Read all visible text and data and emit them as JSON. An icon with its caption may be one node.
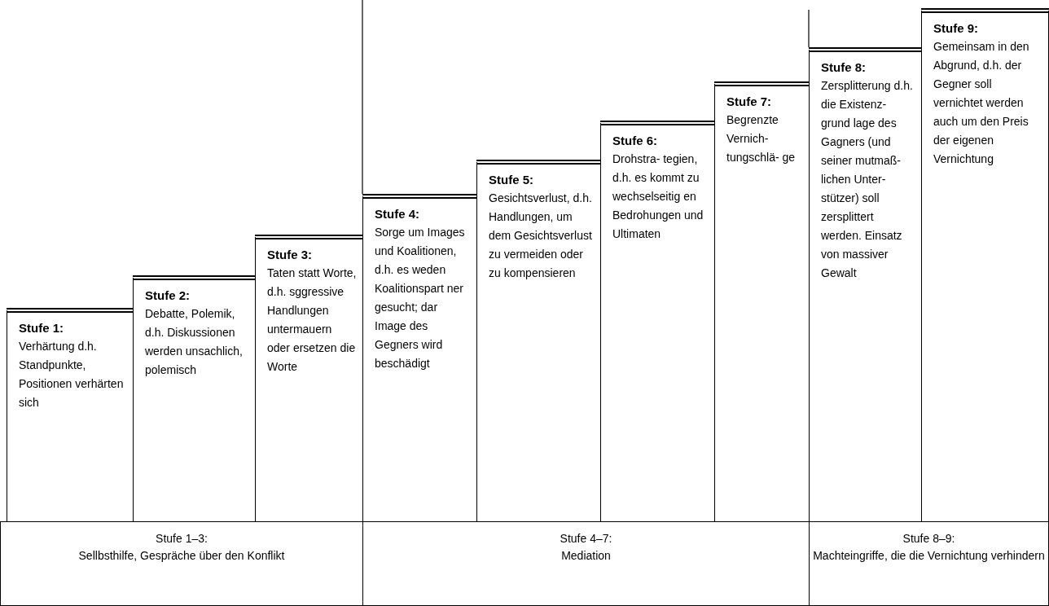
{
  "diagram": {
    "nodes": [
      {
        "text": [
          "Stufe 1:",
          "Verhärtung d.h. Standpunkte, Positionen verhärten sich"
        ]
      },
      {
        "text": [
          "Stufe 2:",
          "Debatte, Polemik, d.h. Diskussionen werden unsachlich, polemisch"
        ]
      },
      {
        "text": [
          "Stufe 3:",
          "Taten statt Worte, d.h. sggressive Handlungen untermauern oder ersetzen die Worte"
        ]
      },
      {
        "text": [
          "Stufe 4:",
          "Sorge um Images und Koalitionen, d.h. es weden Koalitionspart ner gesucht; dar Image des Gegners wird beschädigt"
        ]
      },
      {
        "text": [
          "Stufe 5:",
          "Gesichtsverlust, d.h. Handlungen, um dem Gesichtsverlust zu vermeiden oder zu kompensieren"
        ]
      },
      {
        "text": [
          "Stufe 6:",
          "Drohstra- tegien, d.h. es kommt zu wechselseitig en Bedrohungen und Ultimaten"
        ]
      },
      {
        "text": [
          "Stufe 7:",
          "Begrenzte Vernich- tungschlä- ge"
        ]
      },
      {
        "text": [
          "Stufe 8:",
          "Zersplitterung d.h. die Existenz- grund lage des Gagners (und seiner mutmaß- lichen Unter- stützer) soll zersplittert werden. Einsatz von massiver Gewalt"
        ]
      },
      {
        "text": [
          "Stufe 9:",
          "Gemeinsam in den Abgrund, d.h. der Gegner soll vernichtet werden auch um den Preis der eigenen Vernichtung"
        ]
      },
      {
        "text": [
          "Stufe 1–3:",
          "Sellbsthilfe, Gespräche über den Konflikt"
        ]
      },
      {
        "text": [
          "Stufe 4–7:",
          "Mediation"
        ]
      },
      {
        "text": [
          "Stufe 8–9:",
          "Machteingriffe, die die Vernichtung verhindern"
        ]
      }
    ]
  }
}
